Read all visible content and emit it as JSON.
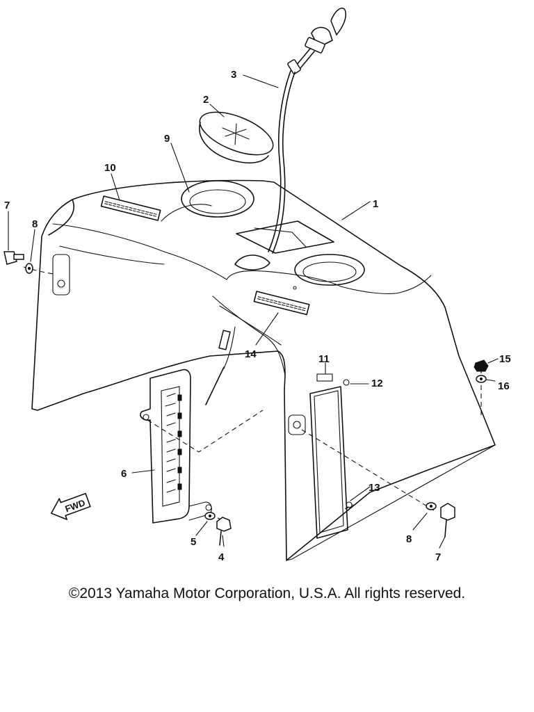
{
  "callouts": {
    "c1": "1",
    "c2": "2",
    "c3": "3",
    "c4": "4",
    "c5": "5",
    "c6": "6",
    "c7a": "7",
    "c7b": "7",
    "c8a": "8",
    "c8b": "8",
    "c9": "9",
    "c10": "10",
    "c11": "11",
    "c12": "12",
    "c13": "13",
    "c14": "14",
    "c15": "15",
    "c16": "16"
  },
  "fwd_label": "FWD",
  "copyright": "©2013 Yamaha Motor Corporation, U.S.A. All rights reserved."
}
